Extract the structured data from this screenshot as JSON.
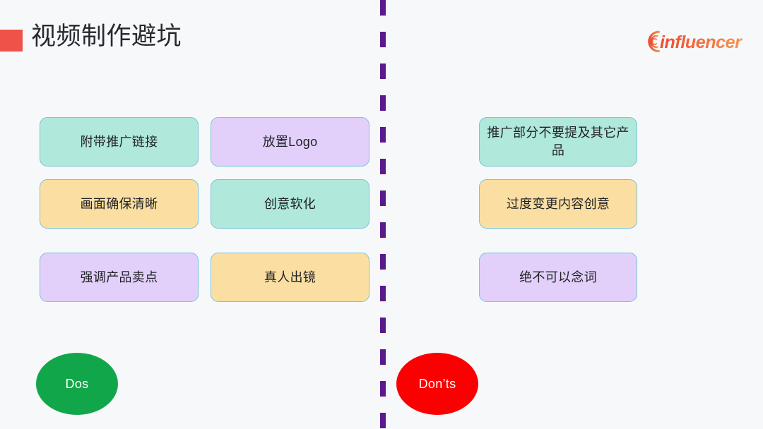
{
  "page": {
    "title": "视频制作避坑",
    "background_color": "#f6f8fa",
    "marker_color": "#ee5248"
  },
  "brand": {
    "name": "influencer",
    "icon": "wifi-signal-arc-icon",
    "color_start": "#f05a3c",
    "color_end": "#f79153"
  },
  "divider": {
    "style": "dashed-vertical",
    "color": "#5b1a8c"
  },
  "dos": {
    "legend_label": "Dos",
    "legend_color": "#12a64a",
    "column_one": [
      {
        "label": "附带推广链接",
        "fill": "mint"
      },
      {
        "label": "画面确保清晰",
        "fill": "peach"
      },
      {
        "label": "强调产品卖点",
        "fill": "purple"
      }
    ],
    "column_two": [
      {
        "label": "放置Logo",
        "fill": "purple"
      },
      {
        "label": "创意软化",
        "fill": "mint"
      },
      {
        "label": "真人出镜",
        "fill": "peach"
      }
    ]
  },
  "donts": {
    "legend_label": "Don’ts",
    "legend_color": "#fa0000",
    "items": [
      {
        "label": "推广部分不要提及其它产品",
        "fill": "mint"
      },
      {
        "label": "过度变更内容创意",
        "fill": "peach"
      },
      {
        "label": "绝不可以念词",
        "fill": "purple"
      }
    ]
  },
  "palette": {
    "mint": "#b0e8db",
    "purple": "#e2d0fb",
    "peach": "#fbdfa2",
    "card_border": "#79c3d8"
  }
}
